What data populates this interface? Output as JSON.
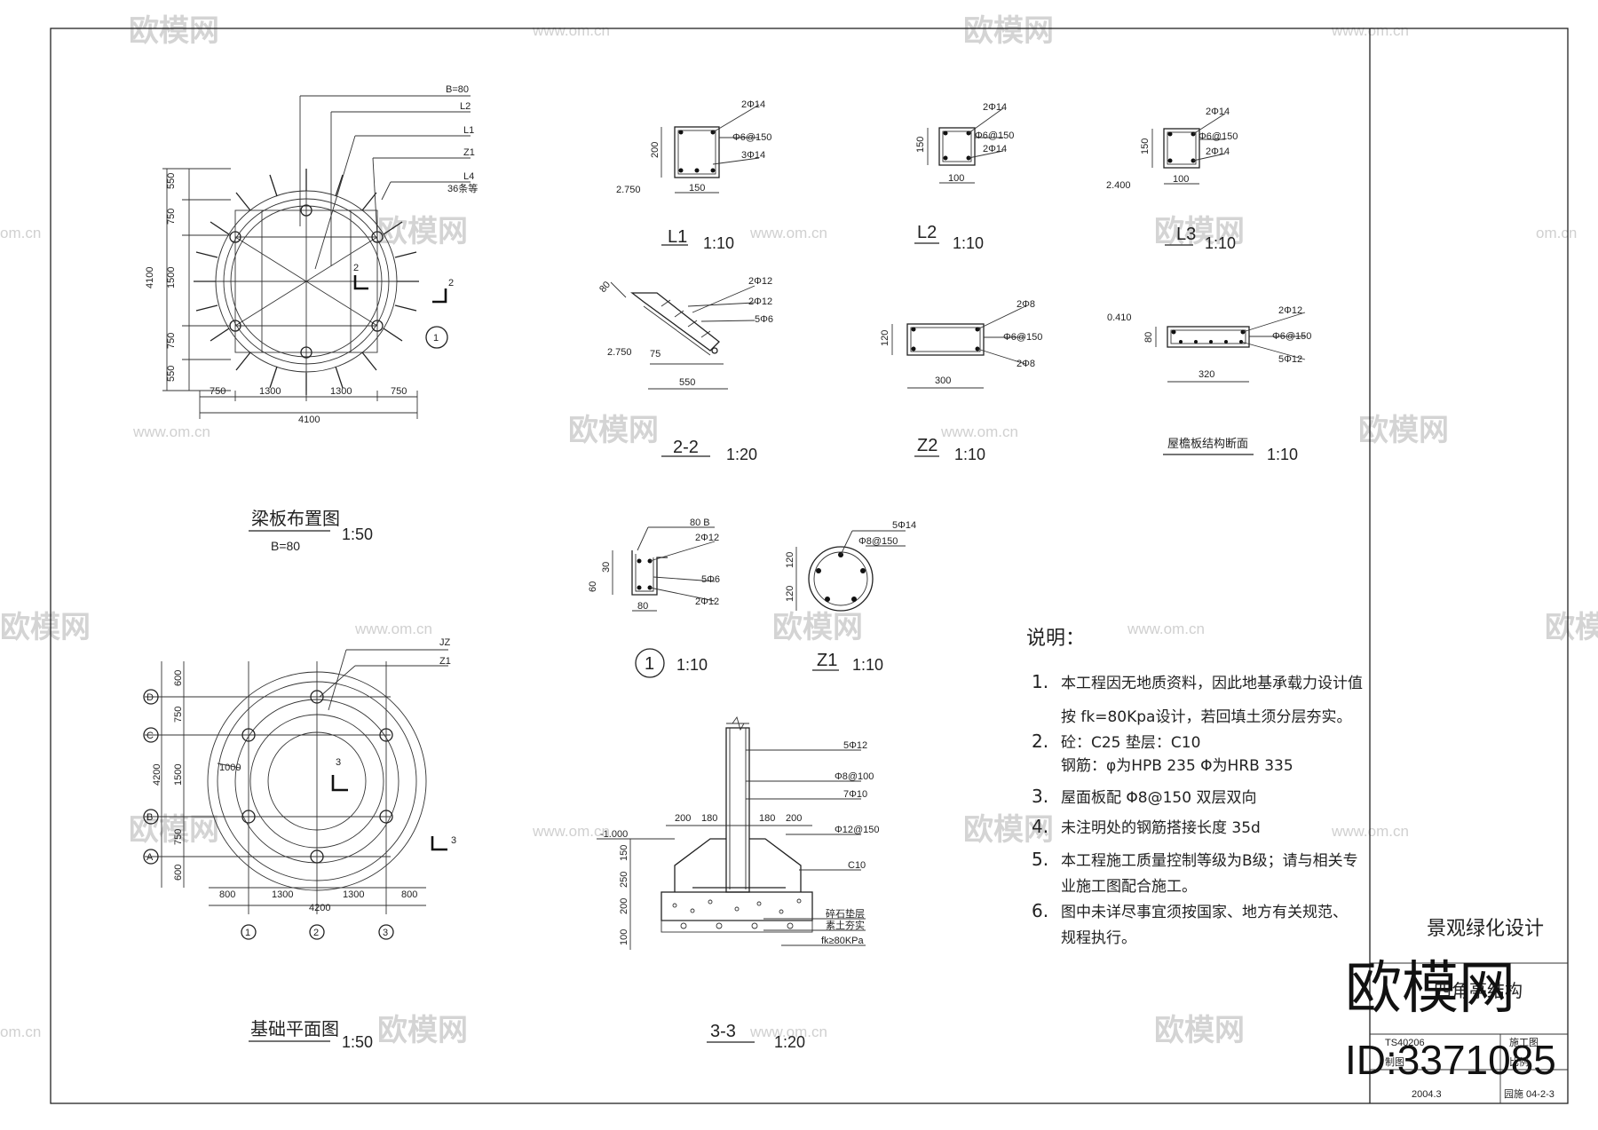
{
  "watermark": {
    "brand": "欧模网",
    "url": "www.om.cn",
    "url_short": "om.cn"
  },
  "brand": {
    "name": "欧模网",
    "id": "ID:3371085"
  },
  "plan_layout": {
    "title": "梁板布置图",
    "subtitle": "B=80",
    "scale": "1:50",
    "callouts": [
      "B=80",
      "L2",
      "L1",
      "Z1",
      "L4"
    ],
    "callout_note": "36条等",
    "dims_v": [
      "550",
      "750",
      "1500",
      "750",
      "550"
    ],
    "dim_v_total": "4100",
    "dims_h": [
      "750",
      "1300",
      "1300",
      "750"
    ],
    "dim_h_total": "4100",
    "section_mark": "2",
    "detail_mark": "1"
  },
  "sections": {
    "L1": {
      "title": "L1",
      "scale": "1:10",
      "top": "2Φ14",
      "stirrup": "Φ6@150",
      "bottom": "3Φ14",
      "h": "200",
      "w": "150",
      "elev": "2.750"
    },
    "L2": {
      "title": "L2",
      "scale": "1:10",
      "top": "2Φ14",
      "stirrup": "Φ6@150",
      "bottom": "2Φ14",
      "h": "150",
      "w": "100"
    },
    "L3": {
      "title": "L3",
      "scale": "1:10",
      "top": "2Φ14",
      "stirrup": "Φ6@150",
      "bottom": "2Φ14",
      "h": "150",
      "w": "100",
      "elev": "2.400"
    },
    "S22": {
      "title": "2-2",
      "scale": "1:20",
      "r1": "2Φ12",
      "r2": "2Φ12",
      "r3": "5Φ6",
      "d1": "80",
      "d2": "75",
      "w": "550",
      "elev": "2.750"
    },
    "Z2": {
      "title": "Z2",
      "scale": "1:10",
      "top": "2Φ8",
      "stirrup": "Φ6@150",
      "bottom": "2Φ8",
      "h": "120",
      "w": "300"
    },
    "Eave": {
      "title": "屋檐板结构断面",
      "scale": "1:10",
      "top": "2Φ12",
      "stirrup": "Φ6@150",
      "bottom": "5Φ12",
      "h": "80",
      "w": "320",
      "elev": "0.410"
    },
    "D1": {
      "title": "1",
      "scale": "1:10",
      "r1": "80 B",
      "r2": "2Φ12",
      "r3": "5Φ6",
      "r4": "2Φ12",
      "h1": "30",
      "h2": "60",
      "w": "80"
    },
    "Z1": {
      "title": "Z1",
      "scale": "1:10",
      "bars": "5Φ14",
      "stirrup": "Φ8@150",
      "h1": "120",
      "h2": "120"
    }
  },
  "foundation_plan": {
    "title": "基础平面图",
    "scale": "1:50",
    "labels": [
      "JZ",
      "Z1"
    ],
    "dims_v": [
      "600",
      "750",
      "1500",
      "750",
      "600"
    ],
    "dim_v_total": "4200",
    "dims_h": [
      "800",
      "1300",
      "1300",
      "800"
    ],
    "dim_h_total": "4200",
    "radius": "1000",
    "axes_row": [
      "D",
      "C",
      "B",
      "A"
    ],
    "axes_col": [
      "1",
      "2",
      "3"
    ],
    "section_mark": "3"
  },
  "section33": {
    "title": "3-3",
    "scale": "1:20",
    "r1": "5Φ12",
    "r2": "Φ8@100",
    "r3": "7Φ10",
    "r4": "Φ12@150",
    "d_left": [
      "200",
      "180"
    ],
    "d_right": [
      "180",
      "200"
    ],
    "elev": "-1.000",
    "conc": "C10",
    "gravel": "碎石垫层",
    "soil": "素土夯实",
    "bearing": "fk≥80KPa",
    "dv": [
      "150",
      "250",
      "200",
      "100"
    ]
  },
  "notes": {
    "heading": "说明：",
    "items": [
      {
        "num": "1.",
        "lines": [
          "本工程因无地质资料，因此地基承载力设计值",
          "按 fk=80Kpa设计，若回填土须分层夯实。"
        ]
      },
      {
        "num": "2.",
        "lines": [
          "砼：C25 垫层：C10",
          "钢筋：φ为HPB 235   Φ为HRB 335"
        ]
      },
      {
        "num": "3.",
        "lines": [
          "屋面板配 Φ8@150 双层双向"
        ]
      },
      {
        "num": "4.",
        "lines": [
          "未注明处的钢筋搭接长度 35d"
        ]
      },
      {
        "num": "5.",
        "lines": [
          "本工程施工质量控制等级为B级；请与相关专",
          "业施工图配合施工。"
        ]
      },
      {
        "num": "6.",
        "lines": [
          "图中未详尽事宜须按国家、地方有关规范、",
          "规程执行。"
        ]
      }
    ]
  },
  "title_block": {
    "project": "景观绿化设计",
    "drawing": "四角亭结构",
    "code": "TS40206",
    "stage": "施工图",
    "date": "2004.3",
    "sheet_no": "园施 04-2-3",
    "cell_a": "制图",
    "cell_b": "比例"
  }
}
